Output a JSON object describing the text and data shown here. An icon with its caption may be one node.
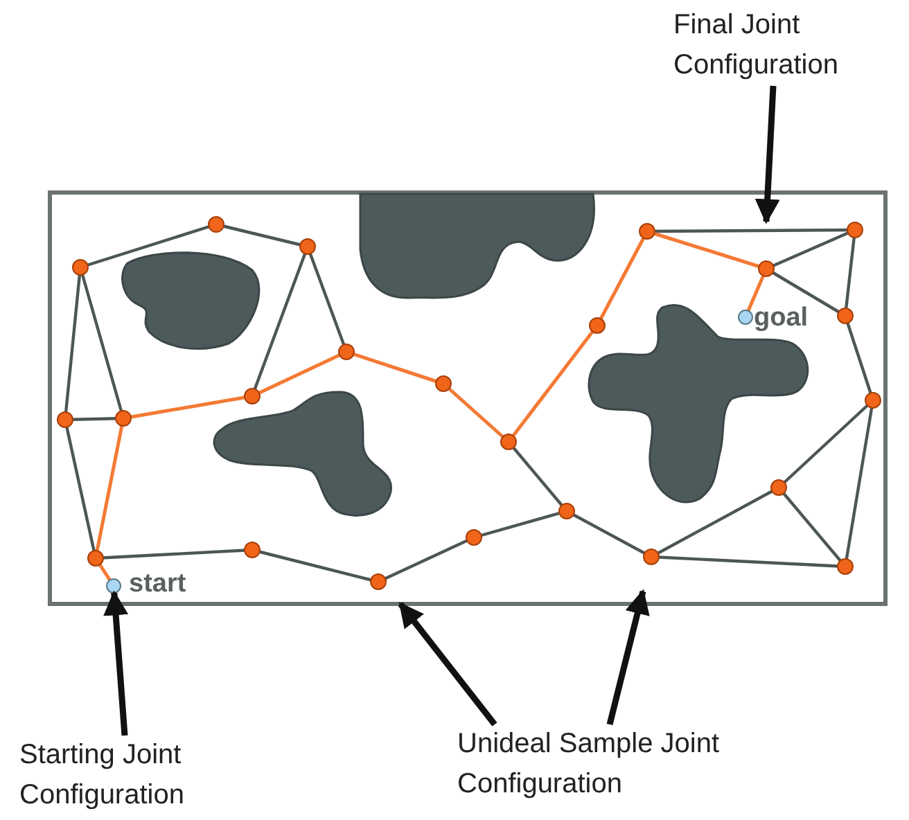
{
  "diagram": {
    "nodes": [
      {
        "text": [
          "Final Joint Configuration"
        ]
      },
      {
        "text": [
          "Starting Joint Configuration"
        ]
      },
      {
        "text": [
          "Unideal Sample Joint Configuration"
        ]
      },
      {
        "text": [],
        "shape": "circle"
      }
    ],
    "edges": [
      {
        "from": 0,
        "to": null,
        "arrow": "to"
      },
      {
        "from": 1,
        "to": 3,
        "arrow": "to"
      },
      {
        "from": 2,
        "to": null,
        "arrow": "to"
      },
      {
        "from": 2,
        "to": null,
        "arrow": "to"
      }
    ],
    "labels": [
      "goal",
      "start"
    ]
  }
}
